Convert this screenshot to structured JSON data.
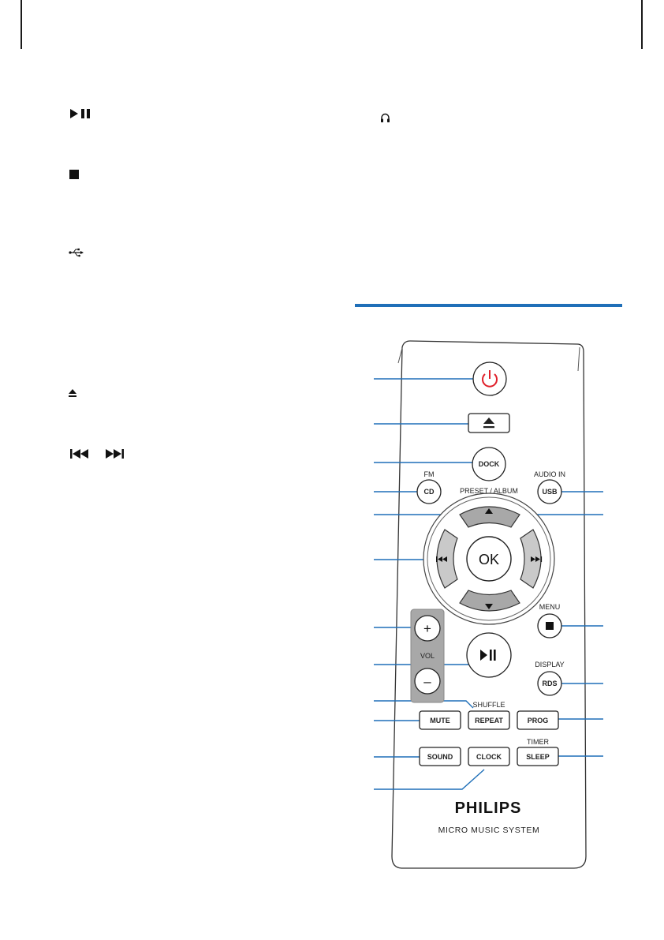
{
  "colors": {
    "accent": "#1f6fb8",
    "power": "#e0202a",
    "button_gray": "#a8a8a8"
  },
  "left_symbols": [
    {
      "name": "play-pause-icon"
    },
    {
      "name": "stop-icon"
    },
    {
      "name": "usb-icon"
    },
    {
      "name": "eject-icon"
    },
    {
      "name": "prev-next-icon"
    }
  ],
  "right_symbols": [
    {
      "name": "headphones-icon"
    }
  ],
  "remote": {
    "power_icon": "power-icon",
    "eject_icon": "eject-icon",
    "dock": "DOCK",
    "fm": "FM",
    "cd": "CD",
    "audio_in": "AUDIO IN",
    "usb": "USB",
    "preset_album": "PRESET / ALBUM",
    "ok": "OK",
    "menu": "MENU",
    "vol": "VOL",
    "vol_plus": "+",
    "vol_minus": "–",
    "display": "DISPLAY",
    "rds": "RDS",
    "shuffle": "SHUFFLE",
    "mute": "MUTE",
    "repeat": "REPEAT",
    "prog": "PROG",
    "timer": "TIMER",
    "sound": "SOUND",
    "clock": "CLOCK",
    "sleep": "SLEEP",
    "brand": "PHILIPS",
    "model": "MICRO MUSIC SYSTEM"
  }
}
